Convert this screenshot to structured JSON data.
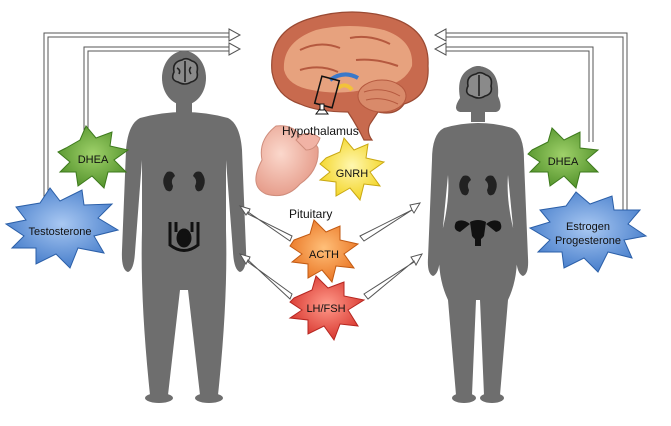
{
  "labels": {
    "hypothalamus": "Hypothalamus",
    "pituitary": "Pituitary",
    "gnrh": "GNRH",
    "acth": "ACTH",
    "lh_fsh": "LH/FSH",
    "dhea_left": "DHEA",
    "testosterone": "Testosterone",
    "dhea_right": "DHEA",
    "estrogen": "Estrogen",
    "progesterone": "Progesterone"
  },
  "colors": {
    "body_gray": "#6e6e6e",
    "brain_outer": "#c86a4e",
    "brain_inner": "#e7a27e",
    "pituitary": "#f1b3a5",
    "burst_blue": "#5b8fd6",
    "burst_green": "#6aaa3a",
    "burst_yellow": "#f7e02a",
    "burst_orange": "#f2842c",
    "burst_red": "#e8433a"
  }
}
